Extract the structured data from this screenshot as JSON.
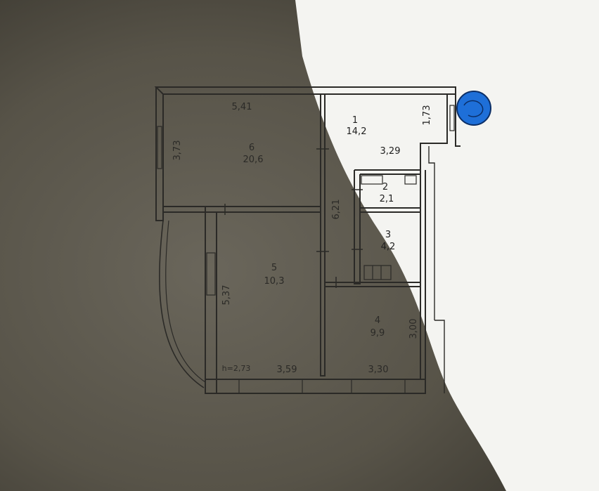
{
  "plan": {
    "rooms": [
      {
        "number": "1",
        "area": "14,2"
      },
      {
        "number": "2",
        "area": "2,1"
      },
      {
        "number": "3",
        "area": "4,2"
      },
      {
        "number": "4",
        "area": "9,9"
      },
      {
        "number": "5",
        "area": "10,3"
      },
      {
        "number": "6",
        "area": "20,6"
      }
    ],
    "dimensions": {
      "top_room6": "5,41",
      "left_room6": "3,73",
      "room1_right": "1,73",
      "room1_bottom": "3,29",
      "corridor": "6,21",
      "left_room5": "5,37",
      "balcony": "h=2,73",
      "bottom_room5": "3,59",
      "bottom_room4": "3,30",
      "right_room4": "3,00"
    }
  },
  "colors": {
    "shadow": "#514d44",
    "paper": "#f4f4f1",
    "ink": "#2b2a27",
    "stamp": "#1e6fd8"
  }
}
